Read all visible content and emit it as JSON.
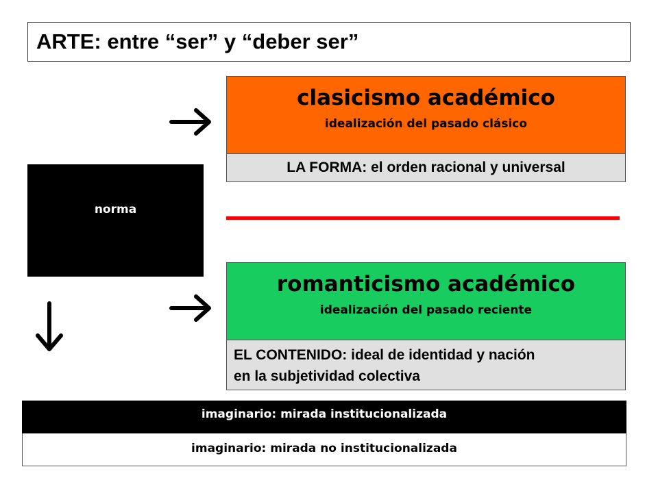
{
  "title": "ARTE: entre “ser” y “deber ser”",
  "norma": "norma",
  "classicism": {
    "title": "clasicismo académico",
    "subtitle": "idealización del pasado clásico",
    "form": "LA FORMA: el orden racional y universal",
    "color": "#ff6600"
  },
  "romanticism": {
    "title": "romanticismo académico",
    "subtitle": "idealización del pasado reciente",
    "content_line1": "EL CONTENIDO: ideal de identidad y nación",
    "content_line2": "en la subjetividad colectiva",
    "color": "#19cc5f"
  },
  "divider_color": "#ff0000",
  "imaginary": {
    "institutional": "imaginario: mirada institucionalizada",
    "non_institutional": "imaginario: mirada no institucionalizada"
  },
  "arrows": [
    "right-arrow-icon",
    "right-arrow-icon",
    "down-arrow-icon"
  ]
}
